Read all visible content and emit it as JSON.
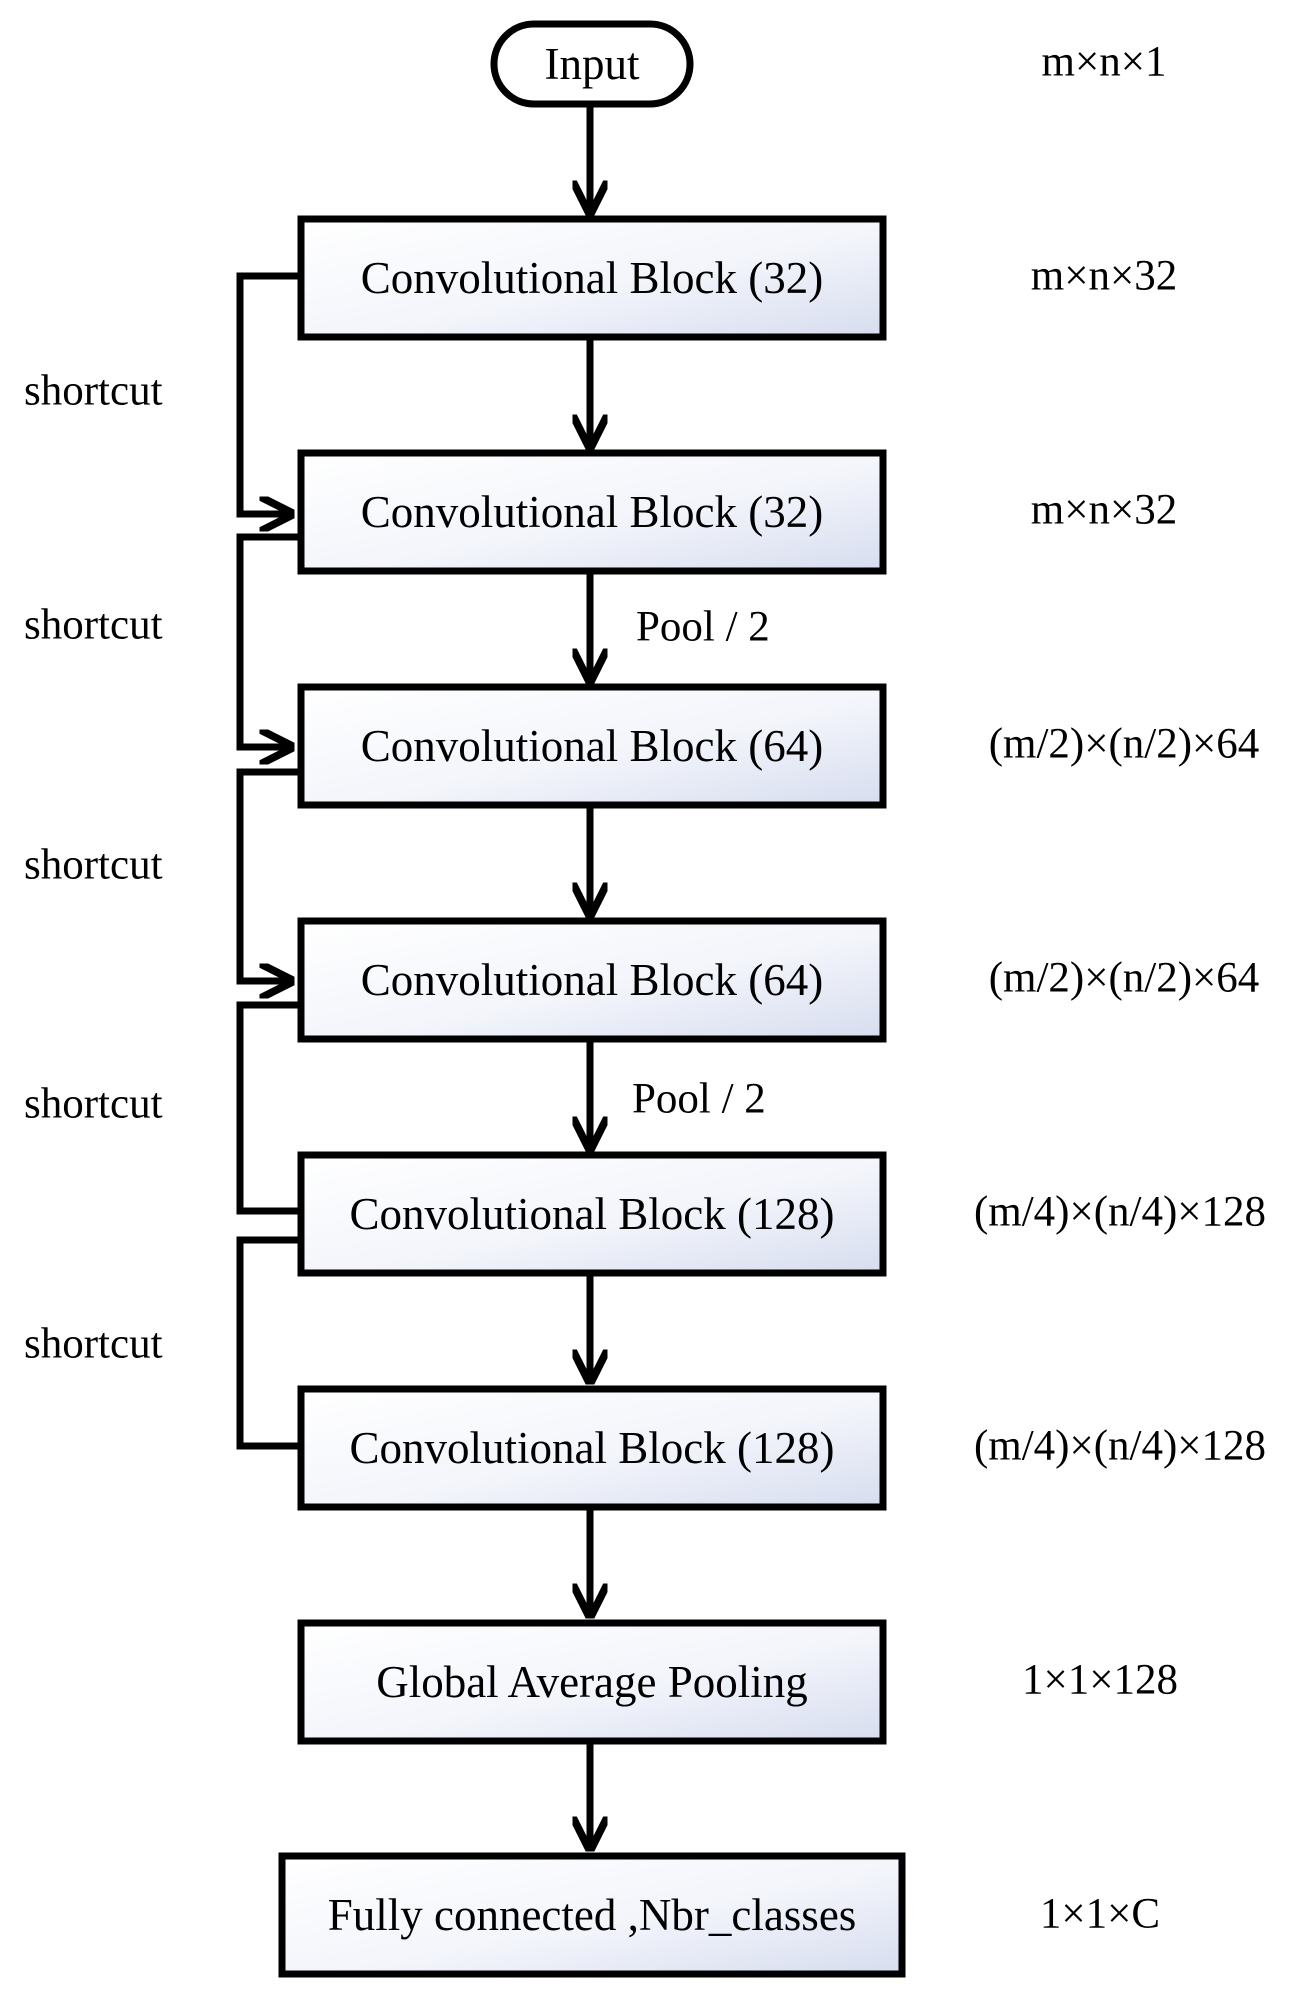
{
  "diagram": {
    "input": {
      "label": "Input",
      "dim": "m×n×1"
    },
    "blocks": [
      {
        "label": "Convolutional Block (32)",
        "dim": "m×n×32"
      },
      {
        "label": "Convolutional Block (32)",
        "dim": "m×n×32"
      },
      {
        "label": "Convolutional Block (64)",
        "dim": "(m/2)×(n/2)×64"
      },
      {
        "label": "Convolutional Block (64)",
        "dim": "(m/2)×(n/2)×64"
      },
      {
        "label": "Convolutional Block (128)",
        "dim": "(m/4)×(n/4)×128"
      },
      {
        "label": "Convolutional Block (128)",
        "dim": "(m/4)×(n/4)×128"
      },
      {
        "label": "Global Average Pooling",
        "dim": "1×1×128"
      },
      {
        "label": "Fully connected ,Nbr_classes",
        "dim": "1×1×C"
      }
    ],
    "pool_labels": [
      "Pool / 2",
      "Pool / 2"
    ],
    "shortcut_label": "shortcut",
    "shortcuts": [
      {
        "label": "shortcut"
      },
      {
        "label": "shortcut"
      },
      {
        "label": "shortcut"
      },
      {
        "label": "shortcut"
      },
      {
        "label": "shortcut"
      }
    ]
  }
}
